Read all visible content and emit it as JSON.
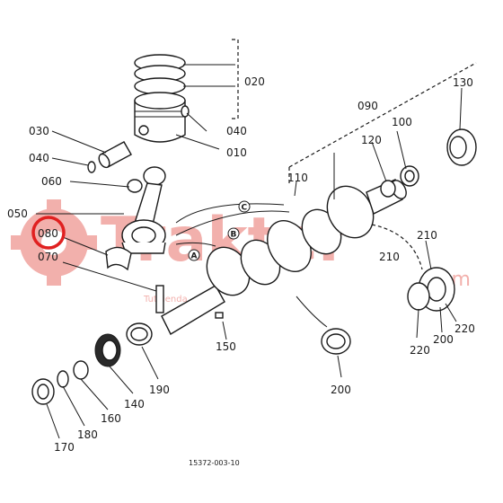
{
  "labels": {
    "l010": "010",
    "l020": "020",
    "l030": "030",
    "l040a": "040",
    "l040b": "040",
    "l050": "050",
    "l060": "060",
    "l070": "070",
    "l080": "080",
    "l090": "090",
    "l100": "100",
    "l110": "110",
    "l120": "120",
    "l130": "130",
    "l140": "140",
    "l150": "150",
    "l160": "160",
    "l170": "170",
    "l180": "180",
    "l190": "190",
    "l200a": "200",
    "l200b": "200",
    "l210a": "210",
    "l210b": "210",
    "l220a": "220",
    "l220b": "220"
  },
  "markers": {
    "a": "A",
    "b": "B",
    "c": "C"
  },
  "footer": {
    "code": "15372-003-10"
  },
  "watermark": {
    "brand": "Trakter",
    "domain": ".com",
    "tagline": "Tutaienda"
  },
  "colors": {
    "highlight": "#e02020",
    "watermark": "#e8706a",
    "ink": "#1a1a1a"
  }
}
